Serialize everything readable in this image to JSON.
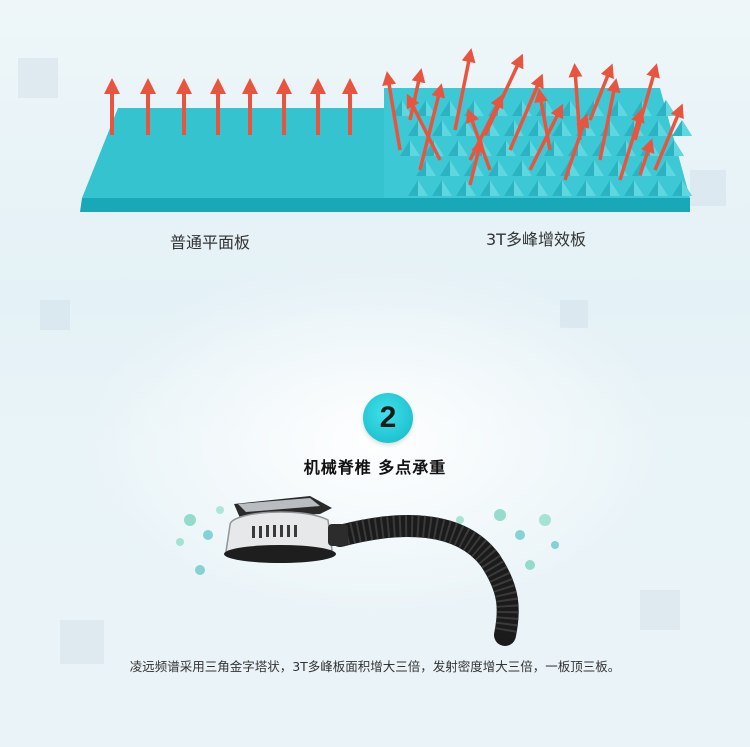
{
  "comparison": {
    "left_caption": "普通平面板",
    "right_caption": "3T多峰增效板"
  },
  "feature": {
    "number": "2",
    "title": "机械脊椎  多点承重",
    "description": "凌远频谱采用三角金字塔状，3T多峰板面积增大三倍，发射密度增大三倍，一板顶三板。"
  },
  "colors": {
    "panel_top": "#35c3cf",
    "panel_edge": "#19a8b8",
    "arrow": "#e8553f",
    "badge": "#27c9d6"
  }
}
